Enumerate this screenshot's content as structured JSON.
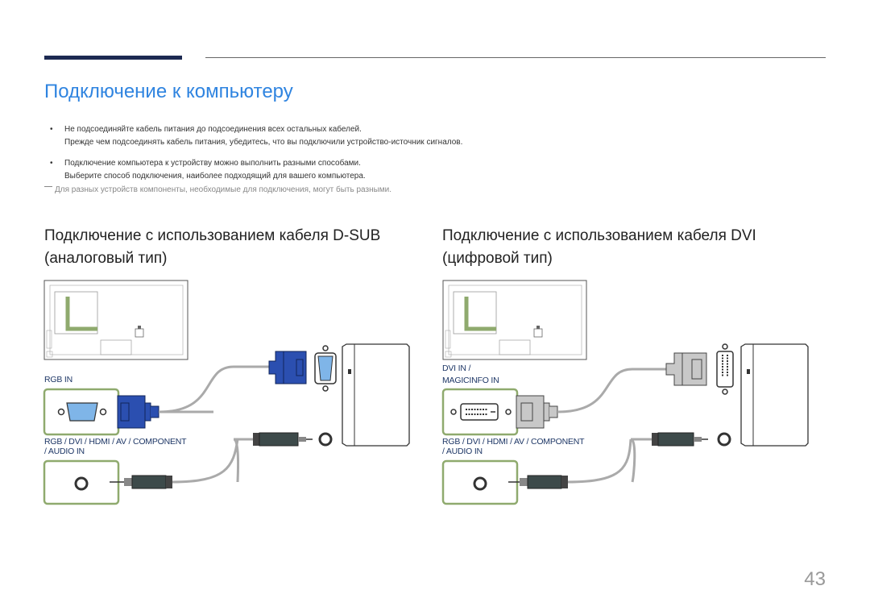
{
  "page": {
    "title": "Подключение к компьютеру",
    "page_number": "43"
  },
  "bullets": [
    {
      "marker": "•",
      "line1": "Не подсоединяйте кабель питания до подсоединения всех остальных кабелей.",
      "line2": "Прежде чем подсоединять кабель питания, убедитесь, что вы подключили устройство-источник сигналов."
    },
    {
      "marker": "•",
      "line1": "Подключение компьютера к устройству можно выполнить разными способами.",
      "line2": "Выберите способ подключения, наиболее подходящий для вашего компьютера."
    }
  ],
  "note": "Для разных устройств компоненты, необходимые для подключения, могут быть разными.",
  "sections": {
    "dsub": {
      "heading_line1": "Подключение с использованием кабеля D-SUB",
      "heading_line2": "(аналоговый тип)",
      "port_label": "RGB IN",
      "audio_label_line1": "RGB / DVI / HDMI / AV / COMPONENT",
      "audio_label_line2": "/ AUDIO IN"
    },
    "dvi": {
      "heading_line1": "Подключение с использованием кабеля DVI",
      "heading_line2": "(цифровой тип)",
      "port_label_line1": "DVI IN /",
      "port_label_line2": "MAGICINFO IN",
      "audio_label_line1": "RGB / DVI / HDMI / AV / COMPONENT",
      "audio_label_line2": "/ AUDIO IN"
    }
  },
  "colors": {
    "title": "#2f84e0",
    "highlight_green": "#8faa6e",
    "vga_blue": "#2b4fb0",
    "dvi_gray": "#c8c8c8",
    "label_navy": "#1e3766"
  }
}
